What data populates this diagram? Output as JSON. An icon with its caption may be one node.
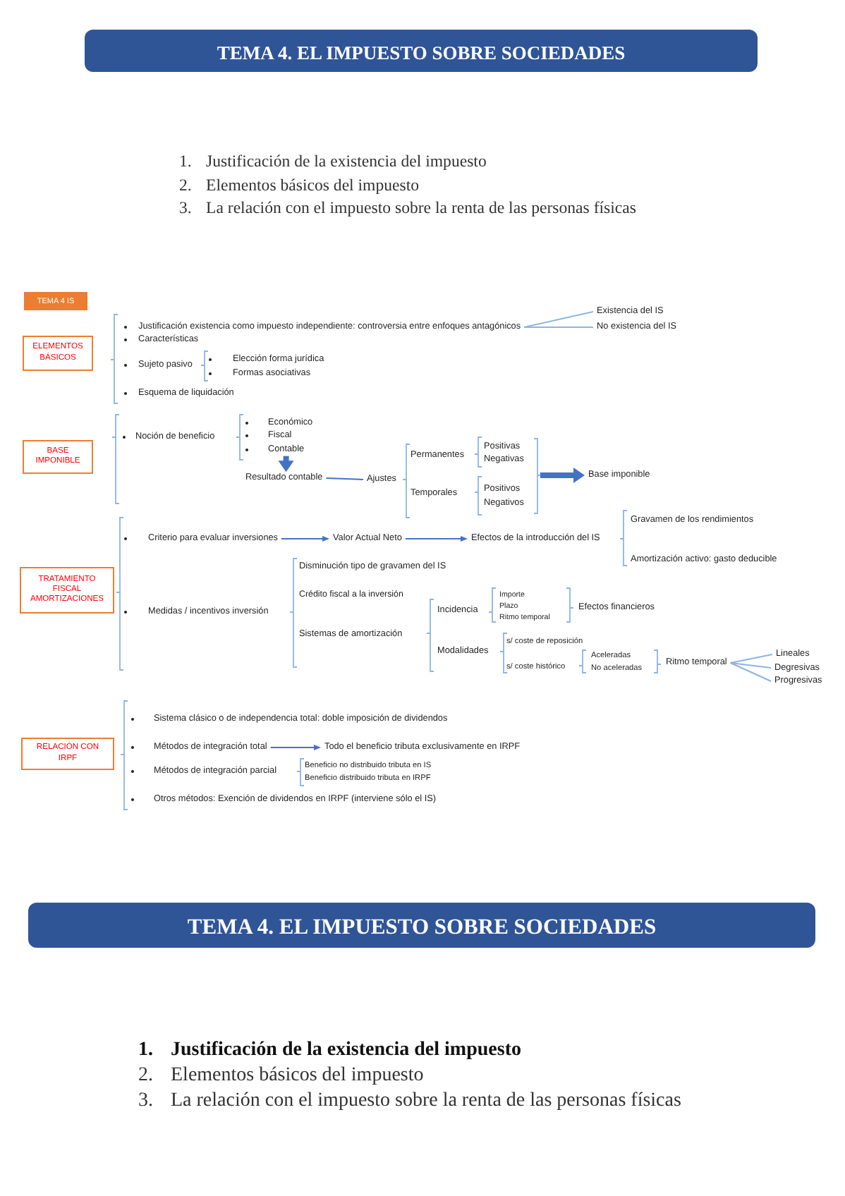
{
  "diagram": {
    "nodes": [
      {
        "text": [
          "TEMA 4. EL IMPUESTO SOBRE SOCIEDADES"
        ]
      },
      {
        "text": [
          "TEMA 4 IS"
        ]
      },
      {
        "text": [
          "ELEMENTOS BÁSICOS"
        ]
      },
      {
        "text": [
          "Justificación existencia como impuesto independiente: controversia entre enfoques antagónicos"
        ]
      },
      {
        "text": [
          "Existencia del IS"
        ]
      },
      {
        "text": [
          "No existencia del IS"
        ]
      },
      {
        "text": [
          "BASE IMPONIBLE"
        ]
      },
      {
        "text": [
          "Contable"
        ]
      },
      {
        "text": [
          "Resultado contable"
        ]
      },
      {
        "text": [
          "Ajustes"
        ]
      },
      {
        "text": [
          "Base imponible"
        ]
      },
      {
        "text": [
          "TRATAMIENTO FISCAL AMORTIZACIONES"
        ]
      },
      {
        "text": [
          "Criterio para evaluar inversiones"
        ]
      },
      {
        "text": [
          "Valor Actual Neto"
        ]
      },
      {
        "text": [
          "Efectos de la introducción del IS"
        ]
      },
      {
        "text": [
          "Ritmo temporal"
        ]
      },
      {
        "text": [
          "Lineales"
        ]
      },
      {
        "text": [
          "Degresivas"
        ]
      },
      {
        "text": [
          "Progresivas"
        ]
      },
      {
        "text": [
          "RELACIÓN CON IRPF"
        ]
      },
      {
        "text": [
          "Métodos de integración total"
        ]
      },
      {
        "text": [
          "Todo el beneficio tributa exclusivamente en IRPF"
        ]
      },
      {
        "text": [
          "TEMA 4. EL IMPUESTO SOBRE SOCIEDADES"
        ]
      }
    ],
    "edges": [
      {
        "from": 3,
        "to": 4,
        "arrow": "none",
        "color": "#8eb4e3"
      },
      {
        "from": 3,
        "to": 5,
        "arrow": "none",
        "color": "#8eb4e3"
      },
      {
        "from": 7,
        "to": 8,
        "arrow": "to",
        "style": "thick"
      },
      {
        "from": 8,
        "to": 9,
        "arrow": "none"
      },
      {
        "from": null,
        "to": 10,
        "arrow": "to",
        "style": "thick"
      },
      {
        "from": 12,
        "to": 13,
        "arrow": "to"
      },
      {
        "from": 13,
        "to": 14,
        "arrow": "to"
      },
      {
        "from": 15,
        "to": 16,
        "arrow": "none",
        "color": "#8eb4e3"
      },
      {
        "from": 15,
        "to": 17,
        "arrow": "none",
        "color": "#8eb4e3"
      },
      {
        "from": 15,
        "to": 18,
        "arrow": "none",
        "color": "#8eb4e3"
      },
      {
        "from": 20,
        "to": 21,
        "arrow": "to"
      }
    ],
    "labels": [
      "1.",
      "Justificación de la existencia del impuesto",
      "2.",
      "Elementos básicos del impuesto",
      "3.",
      "La relación con el impuesto sobre la renta de las personas físicas",
      "Características",
      "Sujeto pasivo",
      "Elección forma jurídica",
      "Formas asociativas",
      "Esquema de liquidación",
      "Noción de beneficio",
      "Económico",
      "Fiscal",
      "Permanentes",
      "Positivas",
      "Negativas",
      "Temporales",
      "Positivos",
      "Negativos",
      "Gravamen de los rendimientos",
      "Amortización activo: gasto deducible",
      "Disminución tipo de gravamen del IS",
      "Crédito fiscal a la inversión",
      "Medidas / incentivos inversión",
      "Incidencia",
      "Importe",
      "Plazo",
      "Ritmo temporal",
      "Efectos financieros",
      "Sistemas de amortización",
      "Modalidades",
      "s/ coste de reposición",
      "s/ coste histórico",
      "Aceleradas",
      "No aceleradas",
      "Sistema clásico o de independencia total: doble imposición de dividendos",
      "Métodos de integración parcial",
      "Beneficio no distribuido tributa en IS",
      "Beneficio distribuido tributa en IRPF",
      "Otros métodos: Exención de dividendos en IRPF (interviene sólo el IS)",
      "1.",
      "Justificación de la existencia del impuesto",
      "2.",
      "Elementos básicos del impuesto",
      "3.",
      "La relación con el impuesto sobre la renta de las personas físicas"
    ]
  }
}
